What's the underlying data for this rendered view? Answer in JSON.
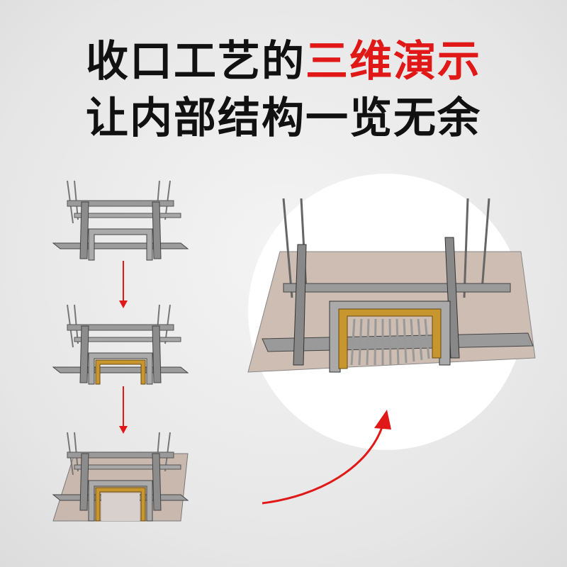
{
  "headline": {
    "line1_black": "收口工艺的",
    "line1_red": "三维演示",
    "line2": "让内部结构一览无余"
  },
  "colors": {
    "accent": "#e01818",
    "frame": "#c8962e",
    "board": "#c9b8ae",
    "steel": "#8a8a8a"
  },
  "steps": [
    {
      "name": "step-1-frame-only"
    },
    {
      "name": "step-2-wood-added"
    },
    {
      "name": "step-3-board-added"
    }
  ]
}
